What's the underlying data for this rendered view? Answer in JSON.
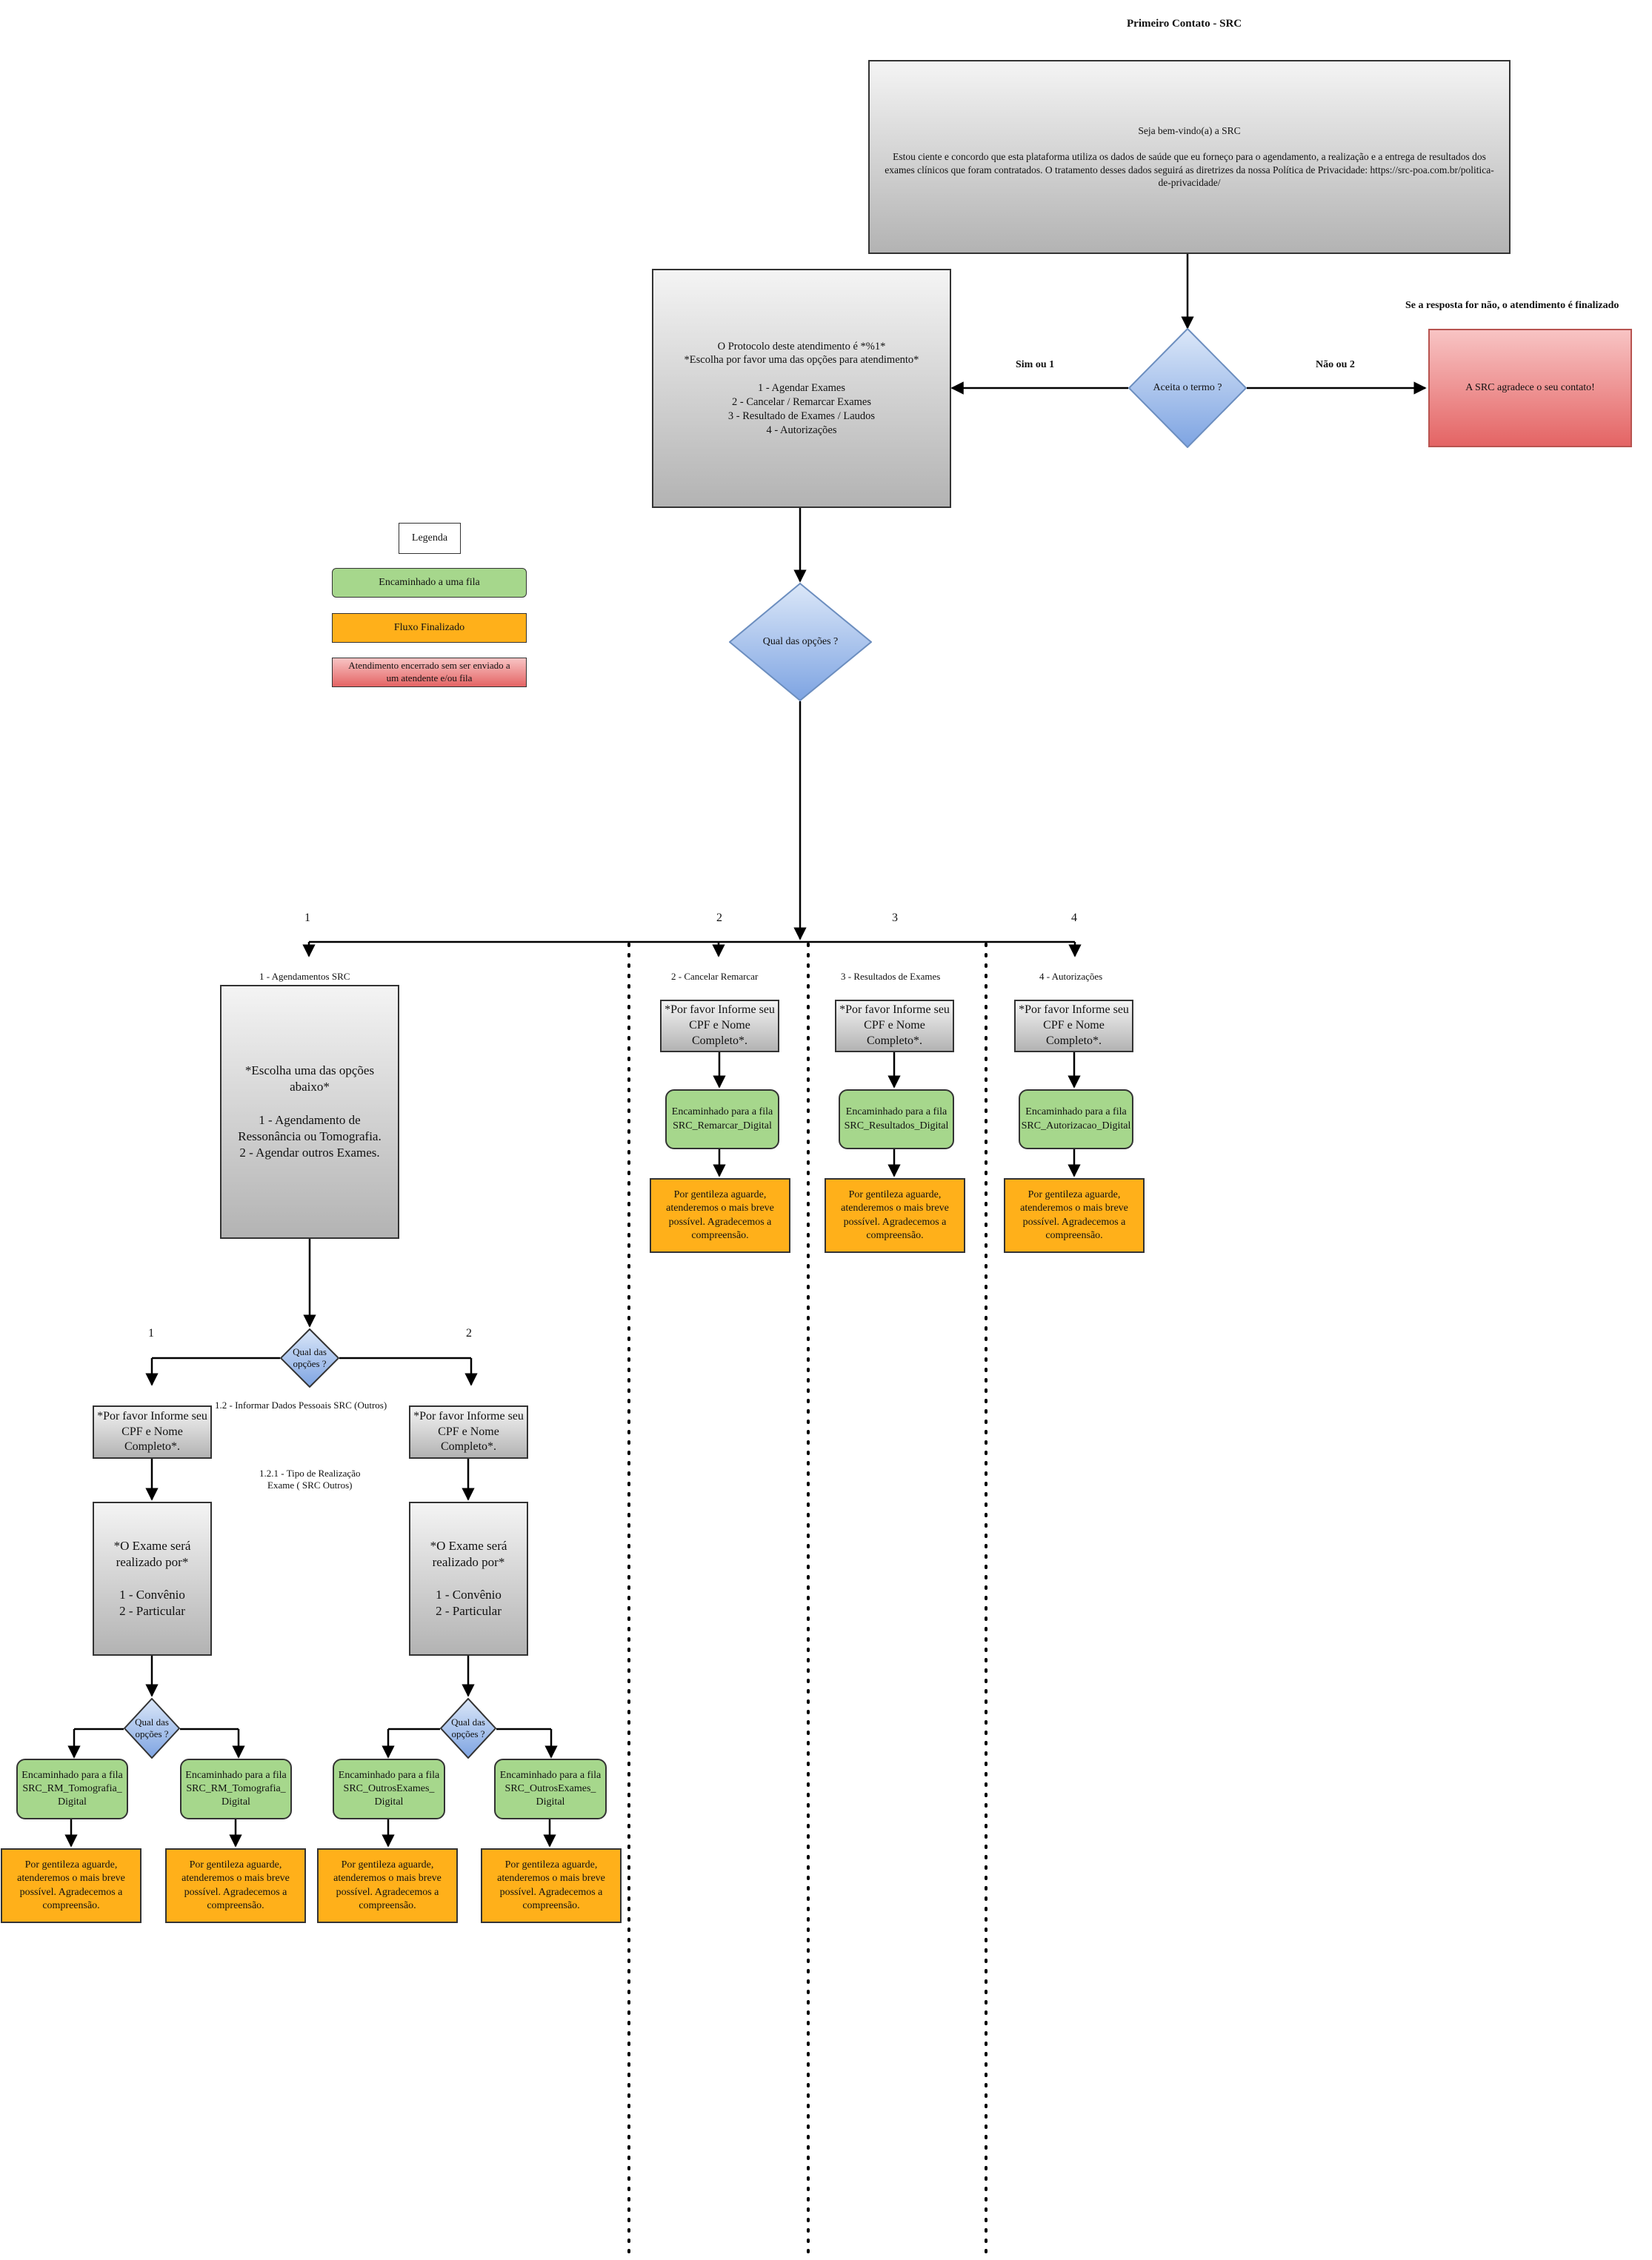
{
  "title": "Primeiro Contato - SRC",
  "welcome": "Seja bem-vindo(a) a SRC\n\nEstou ciente e concordo que esta plataforma utiliza os dados de saúde que eu forneço para o agendamento, a realização e a entrega de resultados dos exames clínicos que foram contratados. O tratamento desses dados seguirá as diretrizes da nossa Política de Privacidade: https://src-poa.com.br/politica-de-privacidade/",
  "protocol": "O Protocolo deste atendimento é *%1*\n*Escolha por favor uma das opções para atendimento*\n\n1 - Agendar Exames\n2 - Cancelar / Remarcar Exames\n3 - Resultado de Exames / Laudos\n4 - Autorizações",
  "accept_question": "Aceita o termo ?",
  "yes_label": "Sim ou 1",
  "no_label": "Não ou 2",
  "no_note": "Se a resposta for não, o atendimento é finalizado",
  "thanks": "A SRC agradece o seu contato!",
  "legend": {
    "title": "Legenda",
    "queued": "Encaminhado a uma fila",
    "finished": "Fluxo Finalizado",
    "ended": "Atendimento encerrado sem ser enviado a um atendente e/ou fila"
  },
  "question": "Qual das opções ?",
  "branch_numbers": [
    "1",
    "2",
    "3",
    "4"
  ],
  "section_titles": {
    "agendamentos": "1 - Agendamentos SRC",
    "cancelar": "2 - Cancelar Remarcar",
    "resultados": "3 - Resultados de Exames",
    "autorizacoes": "4 - Autorizações"
  },
  "agend_menu": "*Escolha uma das opções abaixo*\n\n1 - Agendamento de Ressonância ou Tomografia.\n2 - Agendar outros Exames.",
  "cpf_prompt": "*Por favor Informe seu CPF e Nome Completo*.",
  "exam_prompt": "*O Exame será realizado por*\n\n1 - Convênio\n2 - Particular",
  "info_label": "1.2 - Informar Dados Pessoais SRC (Outros)",
  "tipo_label": "1.2.1 - Tipo de Realização\nExame ( SRC Outros)",
  "queues": {
    "remarcar": "Encaminhado para a fila SRC_Remarcar_Digital",
    "resultados": "Encaminhado para a fila SRC_Resultados_Digital",
    "autorizacao": "Encaminhado para a fila SRC_Autorizacao_Digital",
    "rm": "Encaminhado para a fila SRC_RM_Tomografia_ Digital",
    "outros": "Encaminhado para a fila SRC_OutrosExames_ Digital"
  },
  "wait_msg": "Por gentileza aguarde, atenderemos o mais breve possível. Agradecemos a compreensão.",
  "colors": {
    "gray_top": "#f4f4f4",
    "gray_bottom": "#b3b3b3",
    "green": "#a6d78c",
    "orange": "#ffb01a",
    "red": "#e46464",
    "diamond": "#8fb2e6"
  }
}
